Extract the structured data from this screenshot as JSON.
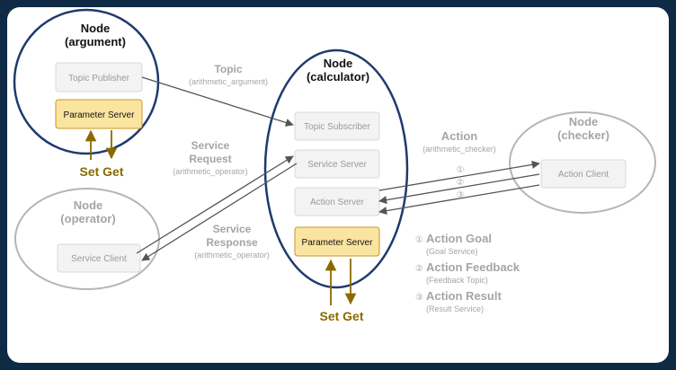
{
  "colors": {
    "background": "#0f2a45",
    "node_border_active": "#1f3a6e",
    "node_border_inactive": "#b5b5b5",
    "parameter_fill": "#fbe4a0",
    "set_get": "#8a6a00",
    "arrow": "#555555"
  },
  "nodes": {
    "argument": {
      "title_1": "Node",
      "title_2": "(argument)"
    },
    "calculator": {
      "title_1": "Node",
      "title_2": "(calculator)"
    },
    "operator": {
      "title_1": "Node",
      "title_2": "(operator)"
    },
    "checker": {
      "title_1": "Node",
      "title_2": "(checker)"
    }
  },
  "boxes": {
    "topic_publisher": "Topic Publisher",
    "parameter_server_arg": "Parameter Server",
    "topic_subscriber": "Topic Subscriber",
    "service_server": "Service Server",
    "action_server": "Action Server",
    "parameter_server_calc": "Parameter Server",
    "service_client": "Service Client",
    "action_client": "Action Client"
  },
  "set_get": {
    "argument": "Set Get",
    "calculator": "Set Get"
  },
  "labels": {
    "topic": "Topic",
    "topic_sub": "(arithmetic_argument)",
    "service_request_1": "Service",
    "service_request_2": "Request",
    "service_request_sub": "(arithmetic_operator)",
    "service_response_1": "Service",
    "service_response_2": "Response",
    "service_response_sub": "(arithmetic_operator)",
    "action": "Action",
    "action_sub": "(arithmetic_checker)",
    "circle_1": "①",
    "circle_2": "②",
    "circle_3": "③"
  },
  "legend": [
    {
      "marker": "①",
      "title": "Action Goal",
      "sub": "(Goal Service)"
    },
    {
      "marker": "②",
      "title": "Action Feedback",
      "sub": "(Feedback Topic)"
    },
    {
      "marker": "③",
      "title": "Action Result",
      "sub": "(Result Service)"
    }
  ]
}
